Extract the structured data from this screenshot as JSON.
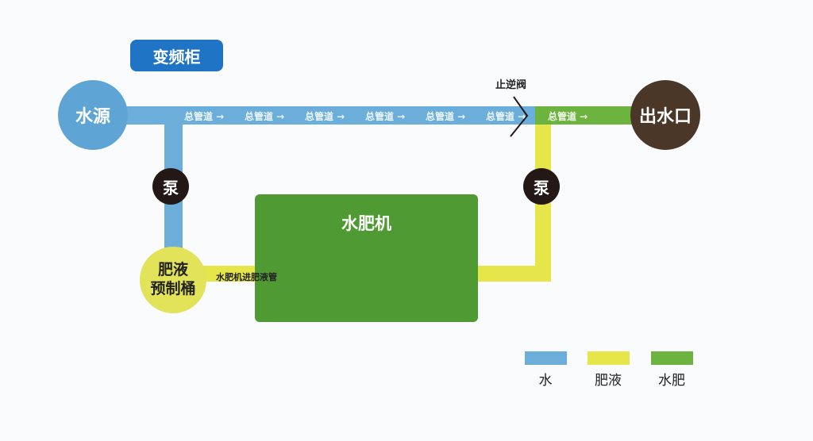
{
  "cabinet": {
    "label": "变频柜"
  },
  "nodes": {
    "source": "水源",
    "outlet": "出水口",
    "pump_left": "泵",
    "pump_right": "泵",
    "tank_line1": "肥液",
    "tank_line2": "预制桶",
    "machine": "水肥机"
  },
  "pipe_labels": {
    "segment": "总管道 →",
    "inlet": "水肥机进肥液管",
    "check_valve": "止逆阀"
  },
  "legend": [
    {
      "label": "水",
      "color": "#6aaed9"
    },
    {
      "label": "肥液",
      "color": "#e6e64a"
    },
    {
      "label": "水肥",
      "color": "#6db33f"
    }
  ],
  "colors": {
    "water": "#6aaed9",
    "fertilizer": "#e6e64a",
    "mixed": "#6db33f",
    "machine": "#4f9a33",
    "pump": "#231815",
    "outlet": "#4a3728",
    "cabinet": "#1f74c5"
  }
}
